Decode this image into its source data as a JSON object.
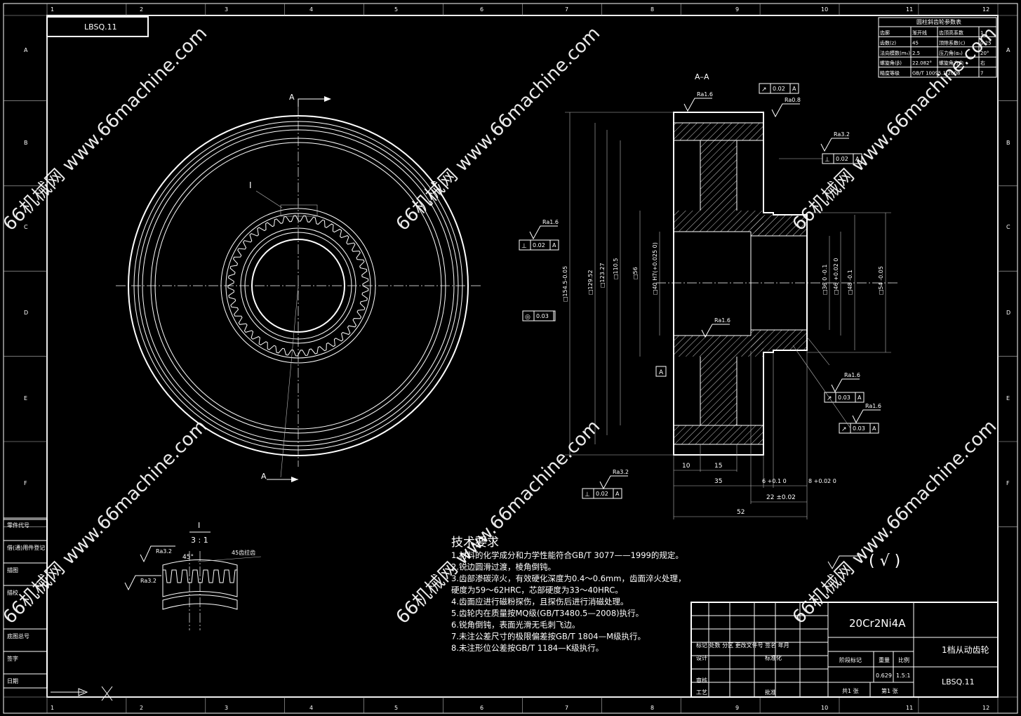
{
  "drawing": {
    "number": "LBSQ.11",
    "material": "20Cr2Ni4A",
    "part_name": "1档从动齿轮",
    "mass": "0.629",
    "scale": "1.5:1",
    "sheets_total": "共1 张",
    "sheet_no": "第1 张",
    "overall_roughness": "( √ )"
  },
  "grid": {
    "columns": [
      "1",
      "2",
      "3",
      "4",
      "5",
      "6",
      "7",
      "8",
      "9",
      "10",
      "11",
      "12"
    ],
    "rows": [
      "A",
      "B",
      "C",
      "D",
      "E",
      "F"
    ]
  },
  "gear_params": {
    "title": "圆柱斜齿轮参数表",
    "rows": [
      [
        "齿廓",
        "渐开线",
        "齿顶高系数",
        "1"
      ],
      [
        "齿数(z)",
        "45",
        "顶隙系数(c)",
        "0.25"
      ],
      [
        "法向模数(mₙ)",
        "2.5",
        "压力角(αₙ)",
        "20°"
      ],
      [
        "螺旋角(β)",
        "22.082°",
        "螺旋角方向",
        "右"
      ],
      [
        "精度等级",
        "GB/T 10095.1-2008",
        "",
        "7"
      ]
    ]
  },
  "section": {
    "label": "A–A",
    "cut_label": "A",
    "detail_label": "I",
    "detail_scale": "3 : 1",
    "detail_angle": "45°",
    "detail_note": "45齿拉齿",
    "detail_ra1": "Ra3.2",
    "detail_ra2": "Ra3.2",
    "roughness": [
      "Ra1.6",
      "Ra0.8",
      "Ra3.2",
      "Ra1.6",
      "Ra1.6",
      "Ra1.6",
      "Ra1.6",
      "Ra3.2"
    ],
    "tolerances": [
      "0.02",
      "0.02",
      "0.02",
      "0.03",
      "0.03",
      "0.03",
      "0.02"
    ],
    "datum": "A",
    "dims_vertical": [
      "□154.5-0.05",
      "□129.52",
      "□123.27",
      "□110.5",
      "□56",
      "□40 H7(+0.025 0)",
      "□36 0 -0.1",
      "□46 +0.02 0",
      "□48 -0.1",
      "□54 -0.05"
    ],
    "dims_horizontal": [
      "10",
      "15",
      "35",
      "6 +0.1 0",
      "8 +0.02 0",
      "22 ±0.02",
      "52"
    ]
  },
  "tech_requirements": {
    "title": "技术要求",
    "items": [
      "1.材料的化学成分和力学性能符合GB/T 3077——1999的规定。",
      "2.锐边圆滑过渡，棱角倒钝。",
      "3.齿部渗碳淬火，有效硬化深度为0.4～0.6mm，齿面淬火处理，",
      "  硬度为59～62HRC，芯部硬度为33～40HRC。",
      "4.齿面应进行磁粉探伤，且探伤后进行消磁处理。",
      "5.齿轮内在质量按MQ级(GB/T3480.5—2008)执行。",
      "6.锐角倒钝，表面光滑无毛刺飞边。",
      "7.未注公差尺寸的极限偏差按GB/T 1804—M级执行。",
      "8.未注形位公差按GB/T 1184—K级执行。"
    ]
  },
  "title_block": {
    "row_labels": [
      "标记",
      "处数",
      "分区",
      "更改文件号",
      "签名",
      "年月"
    ],
    "design": "设计",
    "standardize": "标准化",
    "stage_mark": "阶段标记",
    "weight": "重量",
    "scale_label": "比例",
    "review": "审核",
    "process": "工艺",
    "approve": "批准"
  },
  "left_strip": [
    "零件代号",
    "借(通)用件登记",
    "描图",
    "描校",
    "底图总号",
    "签字",
    "日期"
  ],
  "watermark": "66机械网 www.66machine.com",
  "colors": {
    "background": "#000000",
    "line": "#ffffff",
    "watermark": "#ffffff"
  }
}
